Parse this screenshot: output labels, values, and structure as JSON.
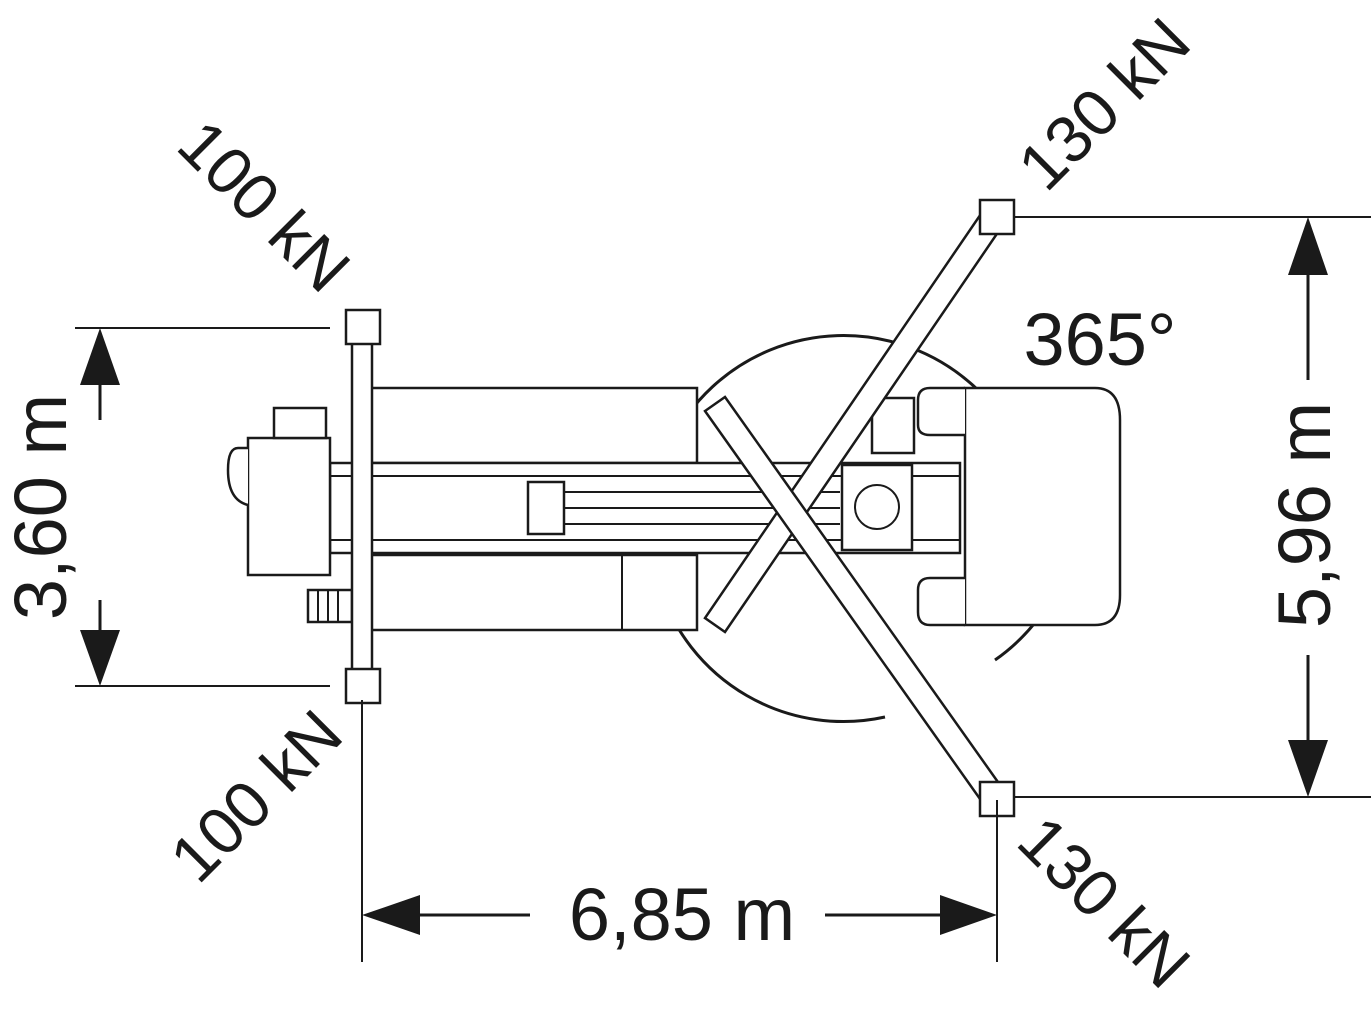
{
  "diagram": {
    "title": "Crane outrigger footprint (top view)",
    "dimensions": {
      "outrigger_width_left": "3,60 m",
      "outrigger_width_right": "5,96 m",
      "outrigger_length": "6,85 m"
    },
    "slewing_angle": "365°",
    "support_loads": {
      "front_left": "100 kN",
      "rear_left": "100 kN",
      "front_right": "130 kN",
      "rear_right": "130 kN"
    }
  }
}
